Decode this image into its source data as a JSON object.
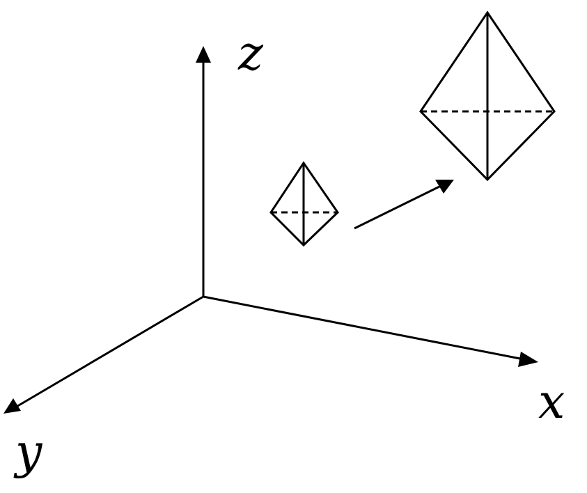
{
  "axes": {
    "x_label": "x",
    "y_label": "y",
    "z_label": "z"
  },
  "colors": {
    "stroke": "#000000",
    "background": "#ffffff"
  },
  "shapes": [
    {
      "kind": "bipyramid",
      "role": "original",
      "hidden_edge": "dashed"
    },
    {
      "kind": "bipyramid",
      "role": "scaled",
      "hidden_edge": "dashed"
    }
  ],
  "transform_arrow": {
    "direction": "original-to-scaled"
  }
}
